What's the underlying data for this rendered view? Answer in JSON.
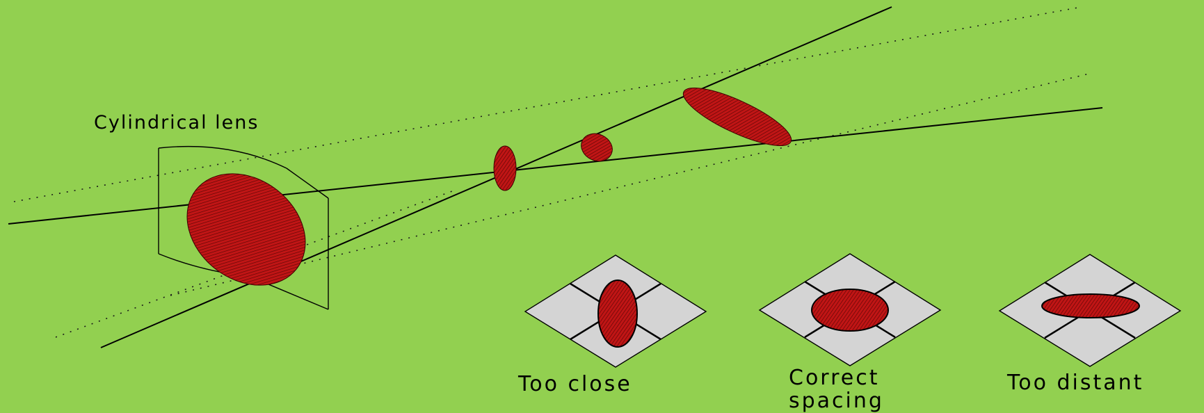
{
  "diagram": {
    "lens_label": "Cylindrical lens",
    "panels": [
      {
        "label_lines": [
          "Too close"
        ],
        "spot_shape": "vertical-ellipse"
      },
      {
        "label_lines": [
          "Correct",
          "spacing"
        ],
        "spot_shape": "circle"
      },
      {
        "label_lines": [
          "Too distant"
        ],
        "spot_shape": "horizontal-ellipse"
      }
    ]
  },
  "colors": {
    "background": "#92d050",
    "spot": "#b01010",
    "panel": "#d4d4d4"
  }
}
